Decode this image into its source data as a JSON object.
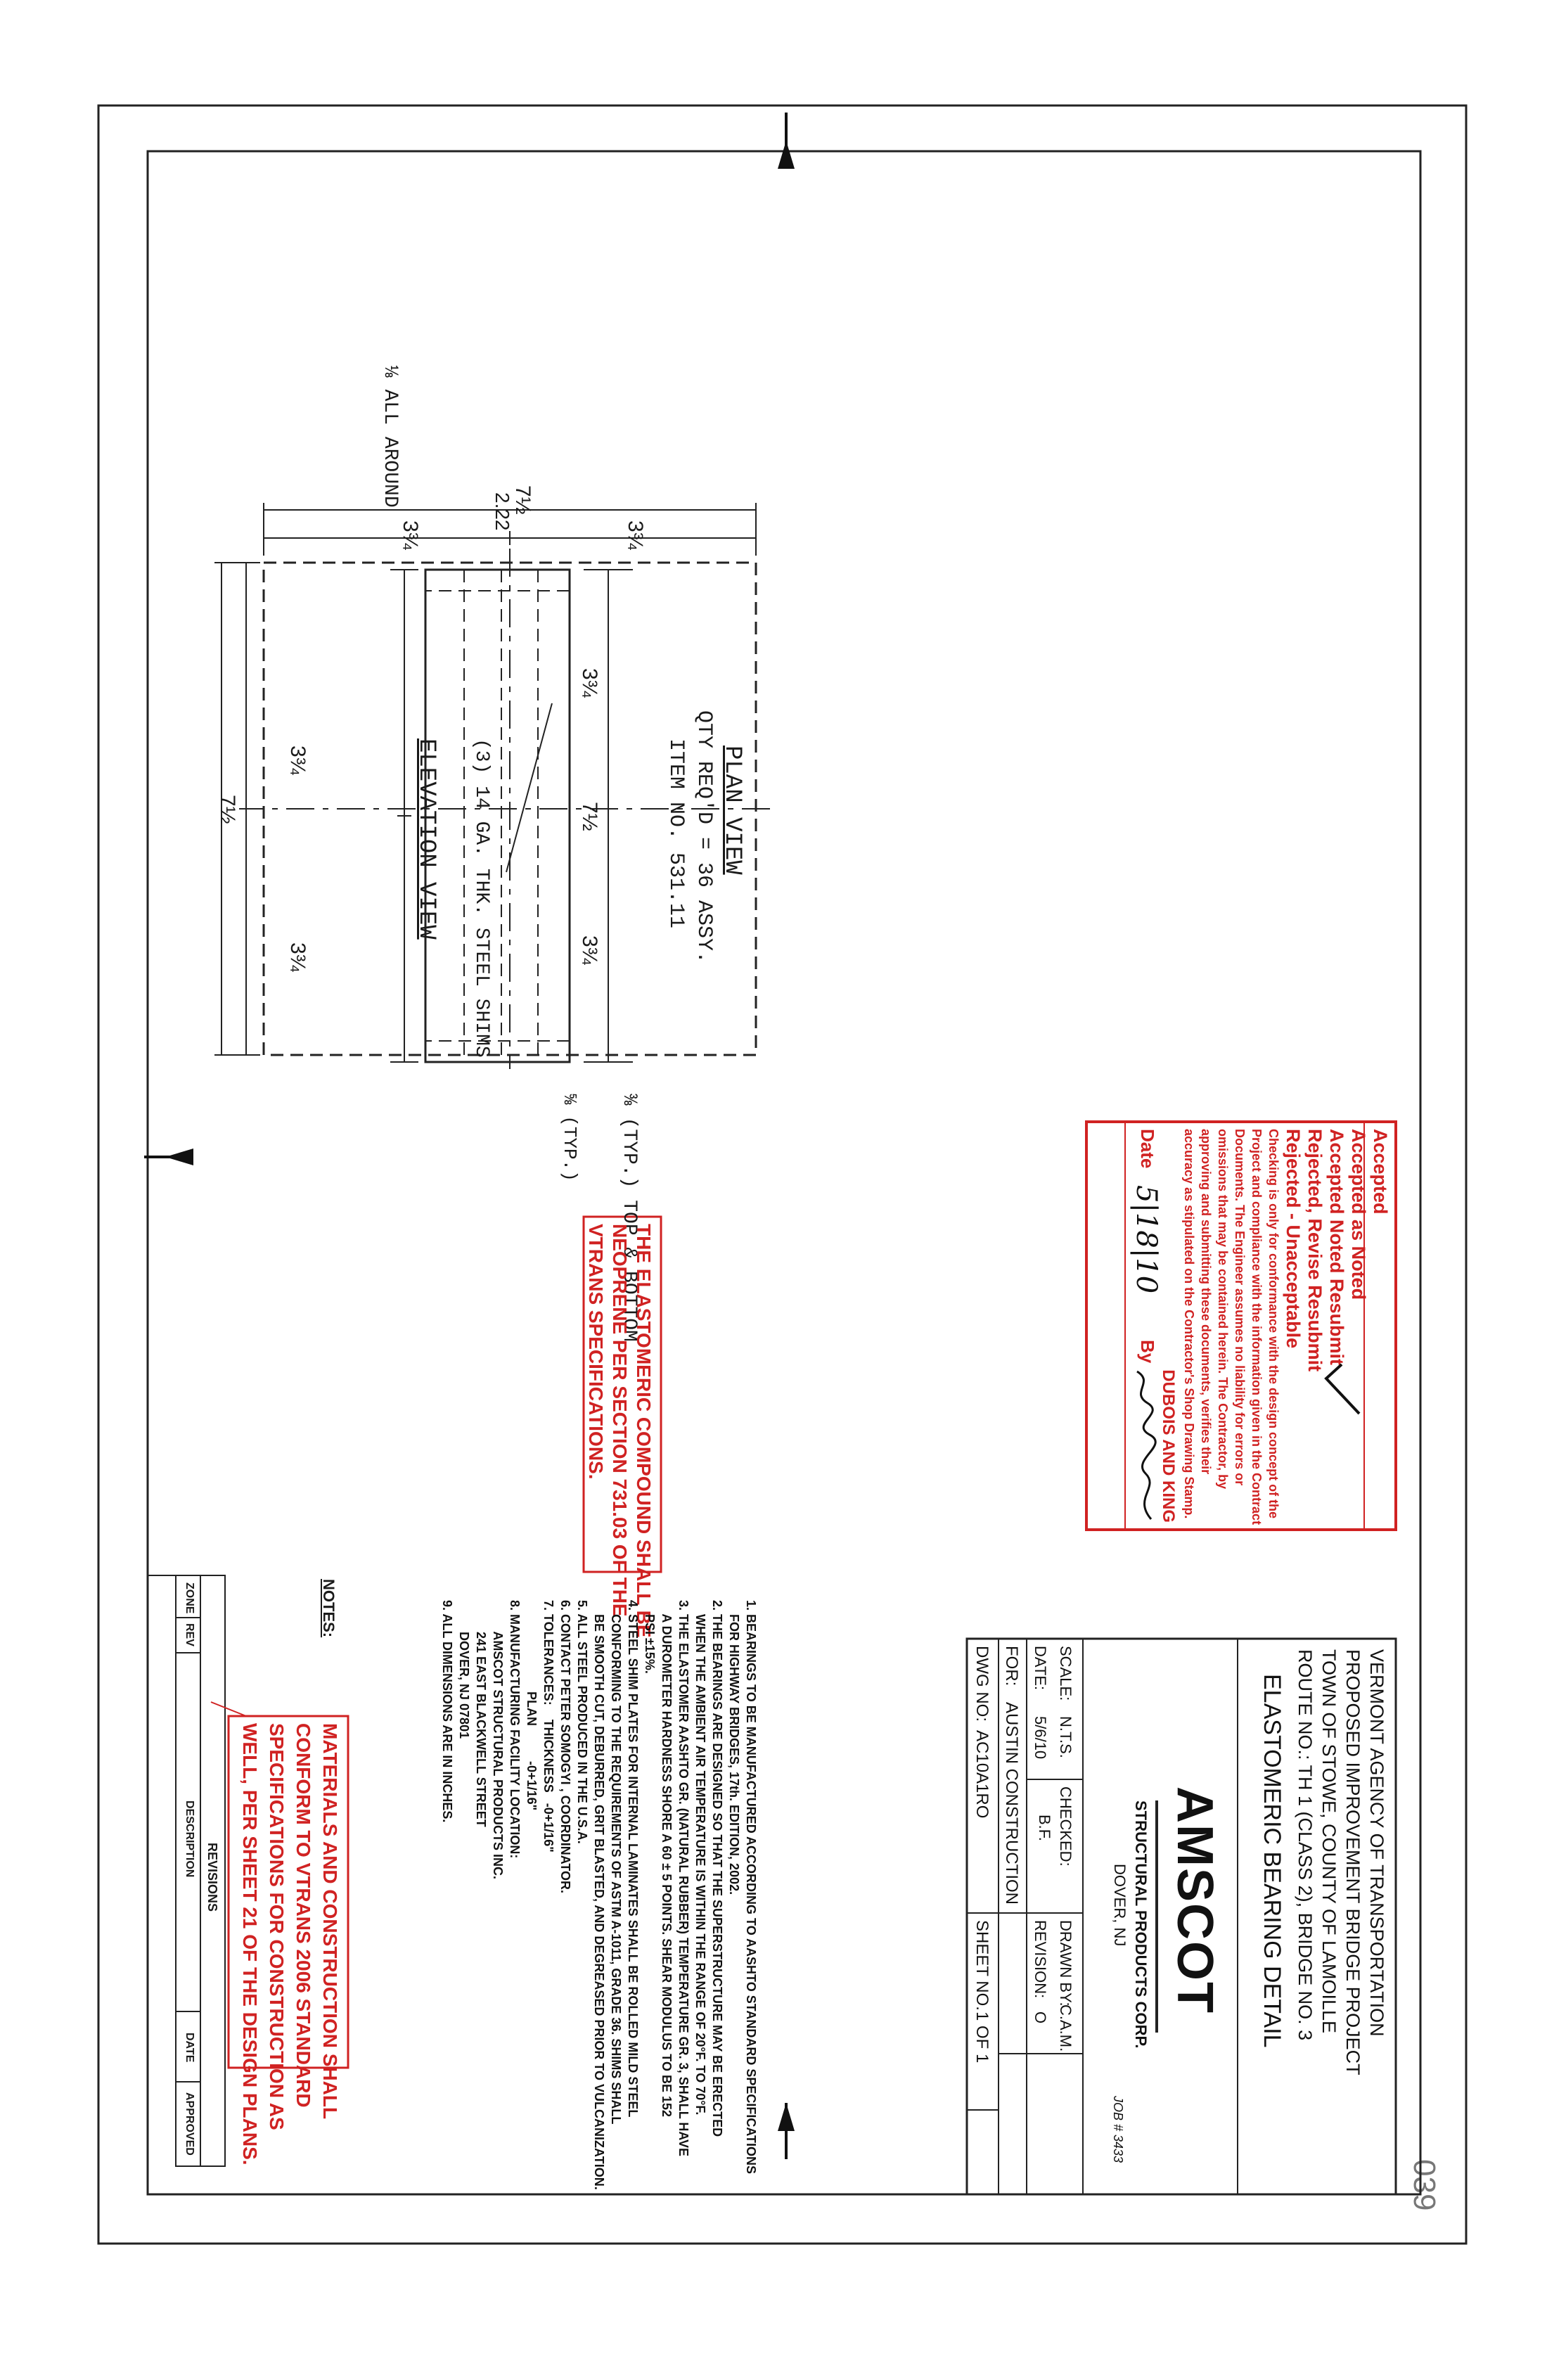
{
  "plan_view": {
    "title": "PLAN VIEW",
    "qty": "QTY REQ'D = 36 ASSY.",
    "item": "ITEM NO. 531.11",
    "dim_width_total": "7½",
    "dim_width_half_a": "3¾",
    "dim_width_half_b": "3¾",
    "dim_height_total": "7½",
    "dim_height_half_a": "3¾",
    "dim_height_half_b": "3¾"
  },
  "elevation_view": {
    "title": "ELEVATION VIEW",
    "dim_thickness": "2.22",
    "dim_length_total": "7½",
    "dim_length_half_a": "3¾",
    "dim_length_half_b": "3¾",
    "note_all_around": "⅛ ALL AROUND",
    "note_shims": "(3) 14 GA. THK. STEEL SHIMS",
    "note_top_bottom": "⅜ (TYP.) TOP & BOTTOM",
    "note_typ": "⅝ (TYP.)"
  },
  "revisions": {
    "title": "REVISIONS",
    "col_zone": "ZONE",
    "col_rev": "REV",
    "col_description": "DESCRIPTION",
    "col_date": "DATE",
    "col_approved": "APPROVED"
  },
  "red_note_materials": [
    "MATERIALS AND CONSTRUCTION SHALL",
    "CONFORM TO VTRANS 2006 STANDARD",
    "SPECIFICATIONS FOR CONSTRUCTION AS",
    "WELL, PER SHEET 21 OF THE DESIGN PLANS."
  ],
  "red_note_elastomeric": [
    "THE ELASTOMERIC COMPOUND SHALL BE",
    "NEOPRENE PER SECTION 731.03 OF THE",
    "VTRANS SPECIFICATIONS."
  ],
  "notes": {
    "heading": "NOTES:",
    "items": [
      "1. BEARINGS TO BE MANUFACTURED ACCORDING TO AASHTO STANDARD SPECIFICATIONS",
      "    FOR HIGHWAY BRIDGES, 17th. EDITION, 2002.",
      "2. THE BEARINGS ARE DESIGNED SO THAT THE SUPERSTRUCTURE MAY BE ERECTED",
      "    WHEN THE AMBIENT AIR TEMPERATURE IS WITHIN THE RANGE OF 20°F. TO 70°F.",
      "3. THE ELASTOMER AASHTO GR. (NATURAL RUBBER) TEMPERATURE GR. 3, SHALL HAVE",
      "    A DUROMETER HARDNESS SHORE A 60 ± 5 POINTS. SHEAR MODULUS TO BE 152",
      "    PSI ±15%.",
      "4. STEEL SHIM PLATES FOR INTERNAL LAMINATES SHALL BE ROLLED MILD STEEL",
      "    CONFORMING TO THE REQUIREMENTS OF ASTM A-1011, GRADE 36. SHIMS SHALL",
      "    BE SMOOTH CUT, DEBURRED, GRIT BLASTED, AND DEGREASED PRIOR TO VULCANIZATION.",
      "5. ALL STEEL PRODUCED IN THE U.S.A.",
      "6. CONTACT PETER SOMOGYI , COORDINATOR.",
      "7. TOLERANCES:    THICKNESS   -0+1/16\"",
      "                          PLAN          -0+1/16\"",
      "8. MANUFACTURING FACILITY LOCATION:",
      "         AMSCOT STRUCTURAL PRODUCTS INC.",
      "         241 EAST BLACKWELL STREET",
      "         DOVER, NJ 07801",
      "9. ALL DIMENSIONS ARE IN INCHES."
    ]
  },
  "stamp": {
    "accepted": "Accepted",
    "accepted_as_noted": "Accepted as Noted",
    "accepted_noted_resubmit": "Accepted Noted Resubmit",
    "rejected_revise": "Rejected, Revise Resubmit",
    "rejected_unacceptable": "Rejected - Unacceptable",
    "body": [
      "Checking is only for conformance with the design concept of the",
      "Project and compliance with the information given in the Contract",
      "Documents. The Engineer assumes no liability for errors or",
      "omissions that may be contained herein. The Contractor, by",
      "approving and submitting these documents, verifies their",
      "accuracy as stipulated on the Contractor's Shop Drawing Stamp."
    ],
    "firm": "DUBOIS AND KING",
    "date_label": "Date",
    "date_value": "5|18|10",
    "by_label": "By"
  },
  "title_block": {
    "project_lines": [
      "VERMONT AGENCY OF TRANSPORTATION",
      "PROPOSED IMPROVEMENT BRIDGE PROJECT",
      "TOWN OF STOWE, COUNTY OF LAMOILLE",
      "ROUTE NO.: TH 1 (CLASS 2), BRIDGE NO. 3"
    ],
    "company_logo": "AMSCOT",
    "company_name": "STRUCTURAL PRODUCTS CORP.",
    "company_city": "DOVER, NJ",
    "job_no": "JOB # 3433",
    "drawing_title": "ELASTOMERIC BEARING DETAIL",
    "scale_label": "SCALE:",
    "scale_value": "N.T.S.",
    "checked_label": "CHECKED:",
    "checked_value": "B.F.",
    "drawn_label": "DRAWN BY:",
    "drawn_value": "C.A.M.",
    "date_label": "DATE:",
    "date_value": "5/6/10",
    "revision_label": "REVISION:",
    "revision_value": "O",
    "for_label": "FOR:",
    "for_value": "AUSTIN CONSTRUCTION",
    "dwg_label": "DWG NO:",
    "dwg_value": "AC10A1RO",
    "sheet_label": "SHEET NO.",
    "sheet_value": "1 OF 1"
  },
  "page_number": "039"
}
